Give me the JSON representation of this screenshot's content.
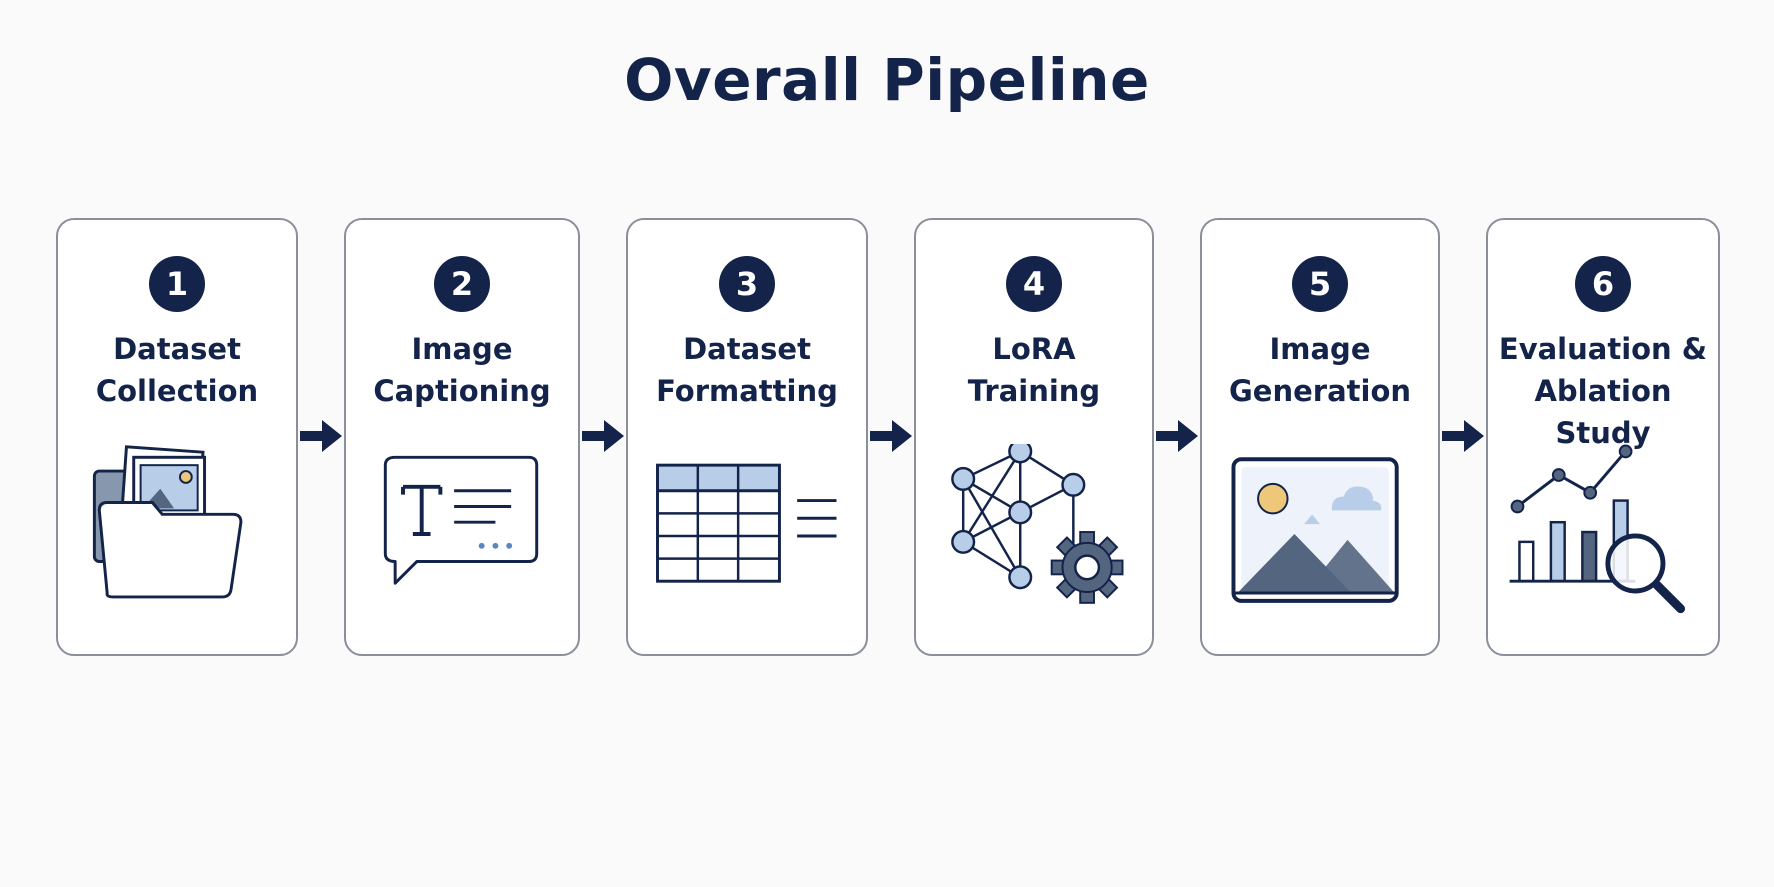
{
  "title": "Overall Pipeline",
  "colors": {
    "navy": "#13234a",
    "light_blue": "#b7cde8",
    "slate": "#53657f",
    "sun": "#efc77a"
  },
  "steps": [
    {
      "number": "1",
      "line1": "Dataset",
      "line2": "Collection",
      "icon": "folder-images-icon"
    },
    {
      "number": "2",
      "line1": "Image",
      "line2": "Captioning",
      "icon": "caption-speech-bubble-icon"
    },
    {
      "number": "3",
      "line1": "Dataset",
      "line2": "Formatting",
      "icon": "table-grid-icon"
    },
    {
      "number": "4",
      "line1": "LoRA",
      "line2": "Training",
      "icon": "neural-network-gear-icon"
    },
    {
      "number": "5",
      "line1": "Image",
      "line2": "Generation",
      "icon": "landscape-image-icon"
    },
    {
      "number": "6",
      "line1": "Evaluation &",
      "line2": "Ablation Study",
      "icon": "chart-magnifier-icon"
    }
  ]
}
